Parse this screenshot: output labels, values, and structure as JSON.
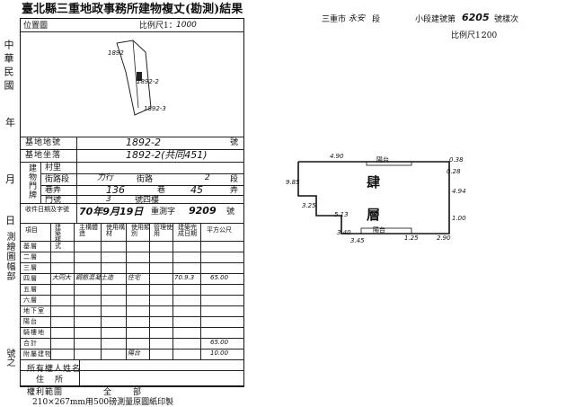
{
  "title": "臺北縣三重地政事務所建物複丈(勘測)結果",
  "left_margin": {
    "top_chars": "中華民國",
    "year": "年",
    "month": "月",
    "day": "日",
    "seal_label": "測繪圖幅部",
    "number_label": "號之"
  },
  "position_map": {
    "label": "位置圖",
    "scale_label": "比例尺1：",
    "scale_value": "1000",
    "lot_upper": "1892",
    "lot_lower": "1892-2",
    "lot_bottom": "1892-3"
  },
  "info": {
    "land_no_label": "基地地號",
    "land_no_value": "1892-2",
    "land_no_suffix": "號",
    "site_label": "基地坐落",
    "site_value": "1892-2(共同451)",
    "bldg_label": "建物門牌",
    "village_label": "村里",
    "street_label": "街路段",
    "street_value": "力行",
    "street_value2": "街路",
    "street_seg": "2",
    "street_seg_suffix": "段",
    "lane_label": "巷弄",
    "lane_value": "136",
    "lane_mid": "巷",
    "alley_value": "45",
    "alley_suffix": "弄",
    "door_label": "門號",
    "door_value": "3",
    "door_suffix": "號四樓",
    "receipt_label": "收件日期及字號",
    "receipt_date": "70年9月19日",
    "receipt_word": "重測字",
    "receipt_no": "9209",
    "receipt_suffix": "號"
  },
  "table": {
    "headers": [
      "項目",
      "建築樣式",
      "主構體造",
      "使用構材",
      "使用類別",
      "管理使用",
      "建築完成日期",
      "平方公尺"
    ],
    "rows": [
      {
        "item": "基層"
      },
      {
        "item": "二層"
      },
      {
        "item": "三層"
      },
      {
        "item": "四層",
        "style": "大同大",
        "struct": "鋼筋混凝土造",
        "use": "住宅",
        "date": "70.9.3",
        "area": "65.00"
      },
      {
        "item": "五層"
      },
      {
        "item": "六層"
      },
      {
        "item": "地下室"
      },
      {
        "item": "陽台"
      },
      {
        "item": "騎樓地"
      },
      {
        "item": "合計",
        "area": "65.00"
      },
      {
        "item": "附屬建物",
        "use": "陽台",
        "area": "10.00"
      }
    ],
    "owner_label": "所有權人姓名",
    "address_label": "住所",
    "rights_label": "權利範圍",
    "rights_value": "全部"
  },
  "footer": "210×267mm用500磅測量原圖紙印製",
  "right": {
    "header_prefix": "三重市",
    "header_place": "永安",
    "header_seg": "段",
    "subseg_label": "小段建號第",
    "subseg_no": "6205",
    "subseg_suffix": "號樣次",
    "scale_label": "比例尺1：",
    "scale_value": "200",
    "floor_label": "肆層",
    "floor_char1": "肆",
    "floor_char2": "層",
    "balcony_top": "陽台",
    "balcony_bottom": "陽台",
    "dims": [
      "4.90",
      "0.38",
      "9.85",
      "4.94",
      "3.25",
      "5.13",
      "1.00",
      "3.40",
      "3.45",
      "1.25",
      "2.90",
      "0.28"
    ]
  }
}
